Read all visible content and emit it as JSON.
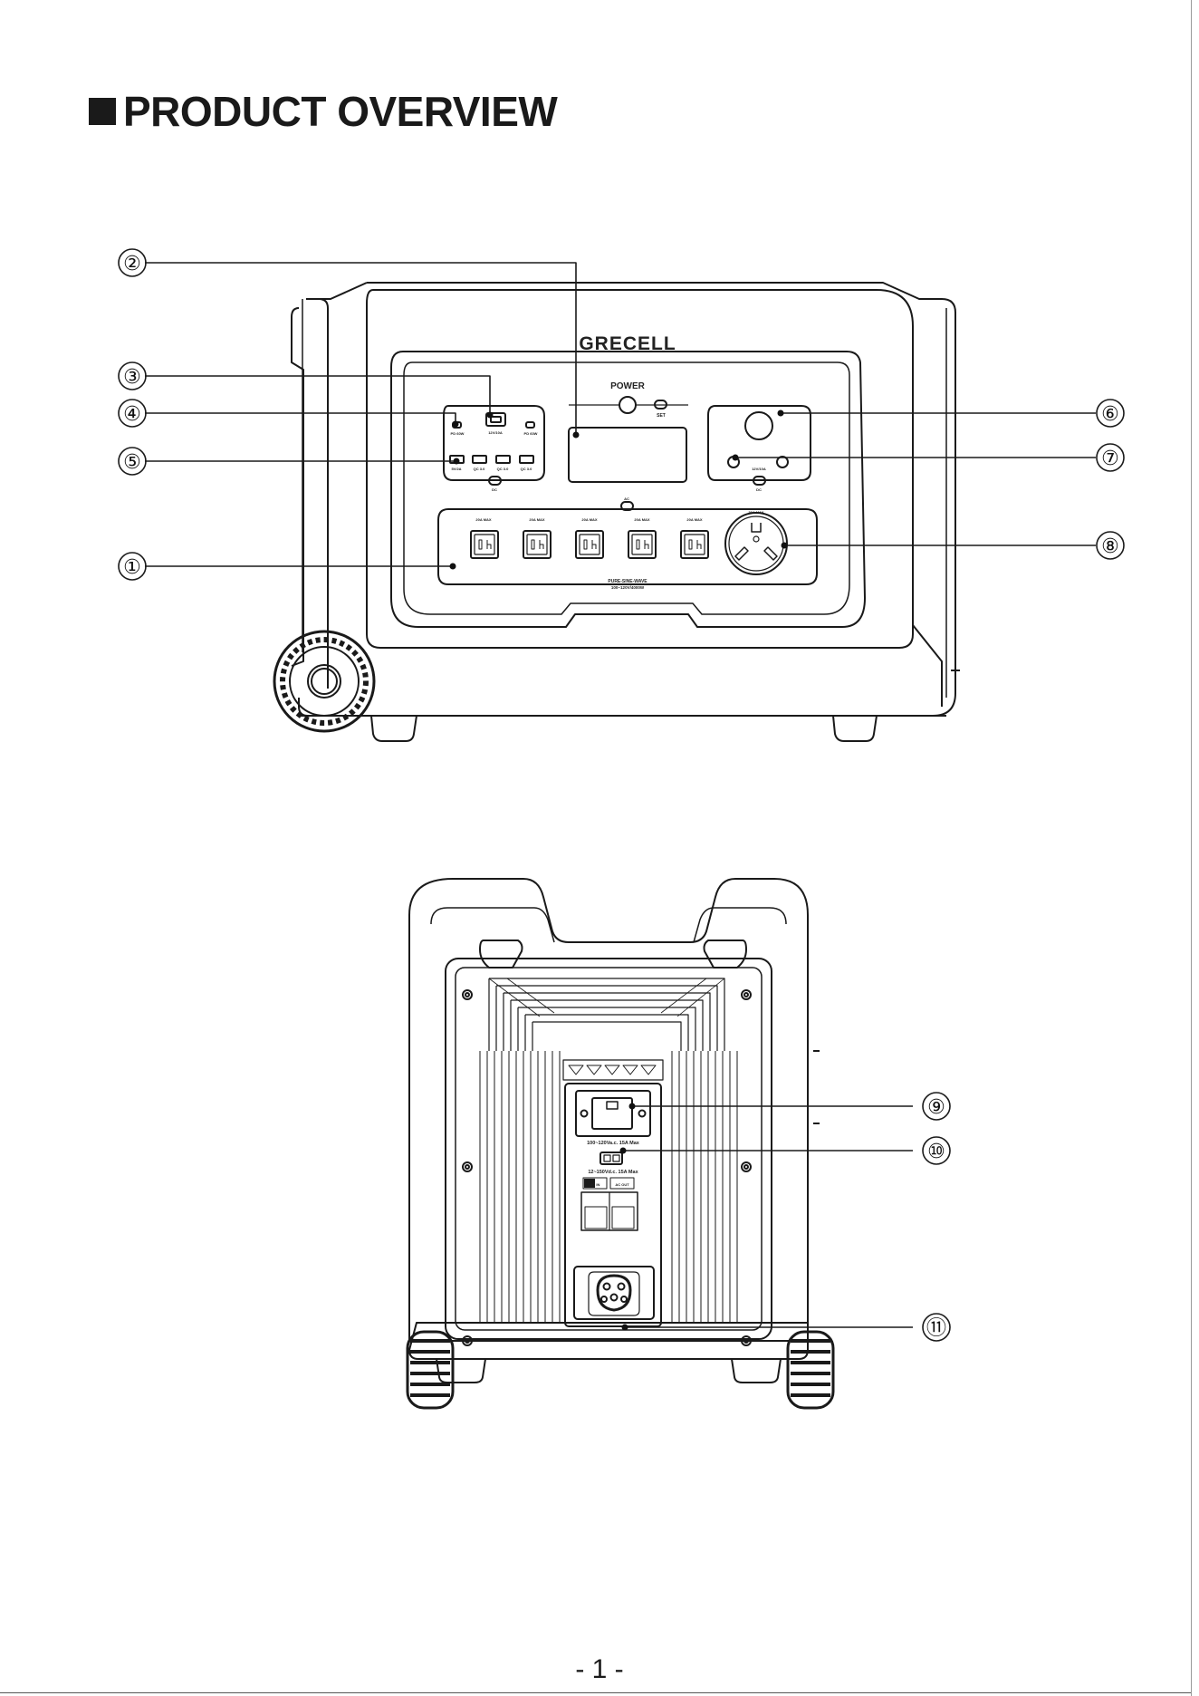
{
  "page": {
    "title": "PRODUCT OVERVIEW",
    "page_number": "- 1 -"
  },
  "front_view": {
    "brand": "GRECELL",
    "power_label": "POWER",
    "set_label": "SET",
    "usb_labels": {
      "pd_left": "PD 60W",
      "car_port": "12V/10A",
      "pd_right": "PD 60W",
      "usb_a_1": "5V/2A",
      "usb_a_2": "QC 3.0",
      "usb_a_3": "QC 3.0",
      "usb_a_4": "QC 3.0",
      "dc_button": "DC"
    },
    "dc_right_labels": {
      "rating": "12V/10A",
      "button": "DC"
    },
    "ac_button_label": "AC",
    "outlet_ratings": [
      "20A MAX",
      "20A MAX",
      "20A MAX",
      "20A MAX",
      "20A MAX"
    ],
    "big_outlet_rating": "30A MAX",
    "sine_wave_label": "PURE-SINE-WAVE",
    "ac_rating_label": "100~120V/4000W"
  },
  "back_view": {
    "ac_input_rating": "100~120Va.c. 15A Max",
    "dc_input_rating": "12~150Vd.c. 15A Max",
    "breaker_label_left": "AC IN",
    "breaker_label_right": "AC OUT"
  },
  "callouts": {
    "front": [
      "①",
      "②",
      "③",
      "④",
      "⑤",
      "⑥",
      "⑦",
      "⑧"
    ],
    "back": [
      "⑨",
      "⑩",
      "⑪"
    ]
  }
}
